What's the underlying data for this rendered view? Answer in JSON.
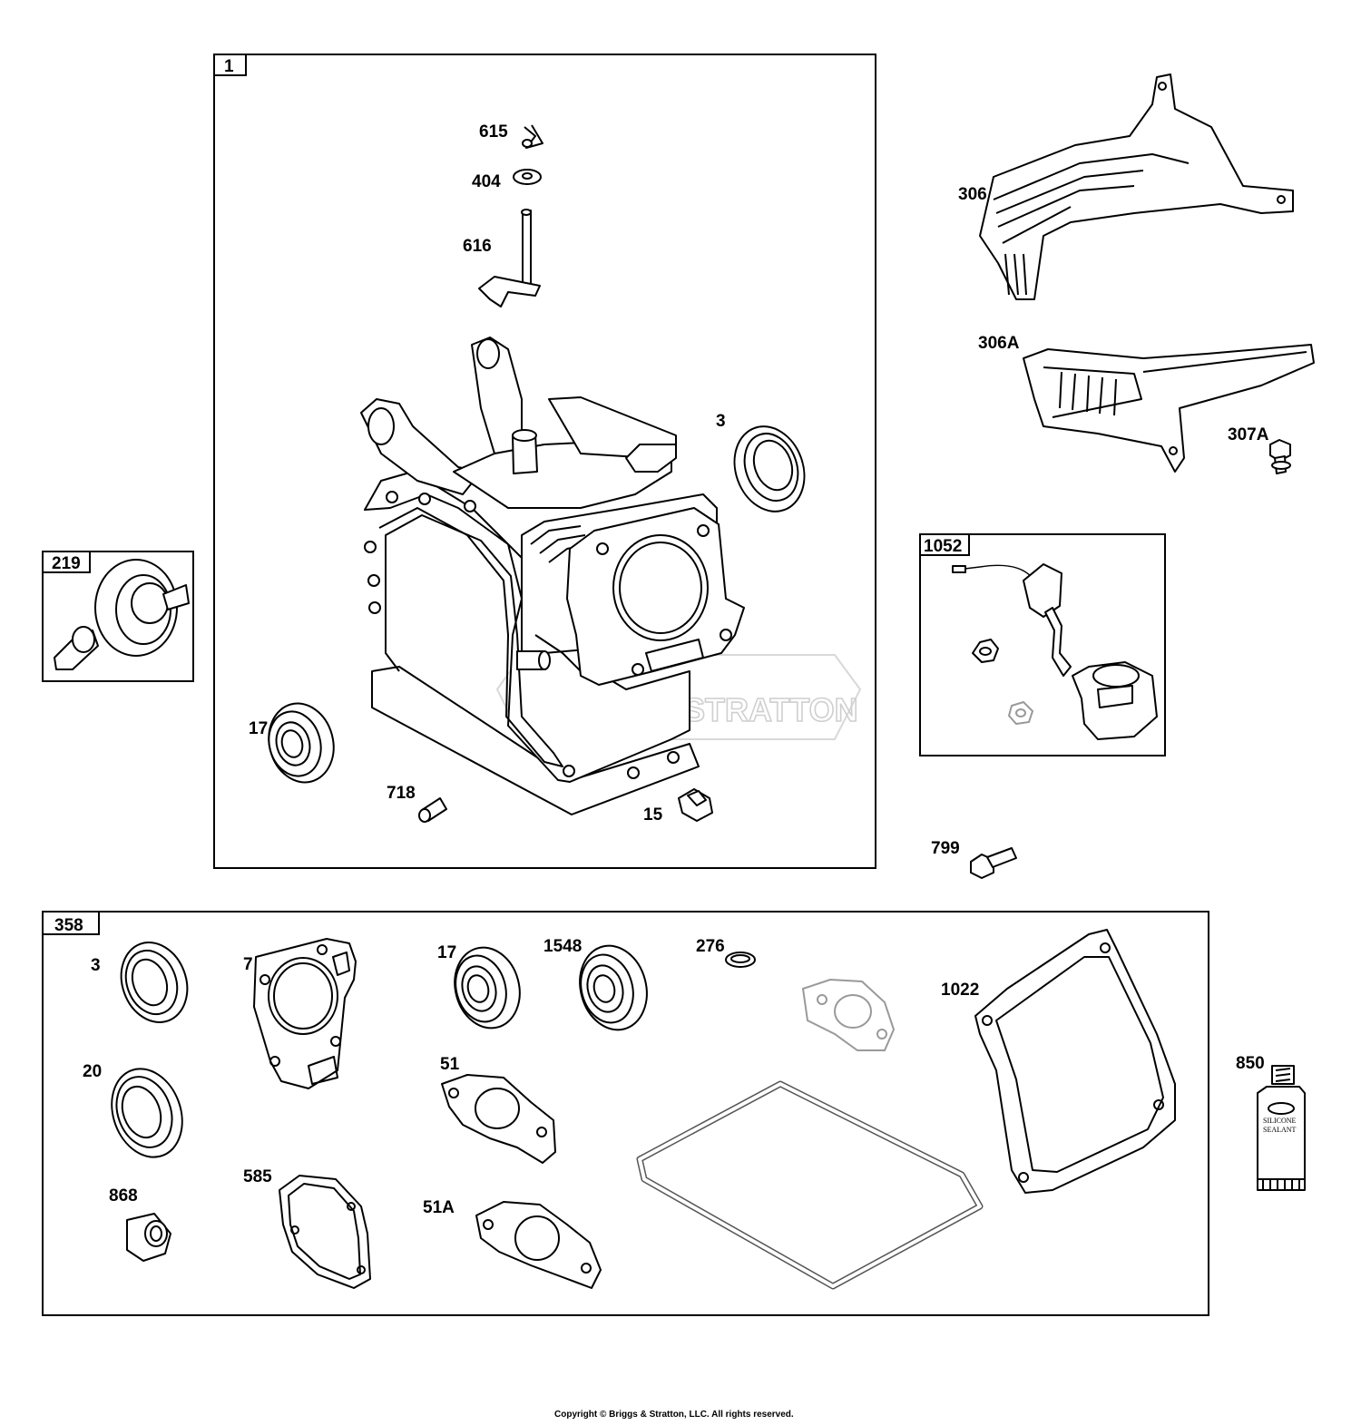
{
  "watermark": "BRIGGS & STRATTON",
  "copyright": "Copyright © Briggs & Stratton, LLC. All rights reserved.",
  "sealant_tube": {
    "line1": "SILICONE",
    "line2": "SEALANT"
  },
  "boxes": {
    "box_1": "1",
    "box_219": "219",
    "box_1052": "1052",
    "box_358": "358"
  },
  "callouts": {
    "c615": "615",
    "c404": "404",
    "c616": "616",
    "c3_top": "3",
    "c17_top": "17",
    "c718": "718",
    "c15": "15",
    "c306": "306",
    "c306a": "306A",
    "c307a": "307A",
    "c799": "799",
    "c3_kit": "3",
    "c7": "7",
    "c17_kit": "17",
    "c1548": "1548",
    "c276": "276",
    "c1022": "1022",
    "c20": "20",
    "c51": "51",
    "c850": "850",
    "c868": "868",
    "c585": "585",
    "c51a": "51A"
  }
}
